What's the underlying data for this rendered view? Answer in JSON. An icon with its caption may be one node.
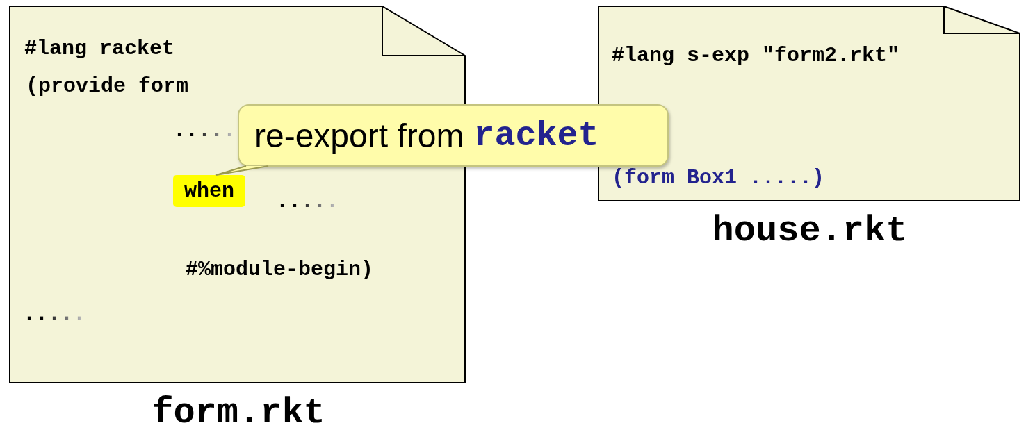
{
  "diagram": {
    "nodes": [
      {
        "text": [
          "#lang racket",
          "(provide form",
          ".....",
          ".....",
          "#%module-begin)",
          "....."
        ],
        "beside": [
          "form.rkt"
        ]
      },
      {
        "text": [
          "when"
        ],
        "in": 0
      },
      {
        "text": [
          "#lang s-exp \"form2.rkt\"",
          "(form Box1 .....)"
        ],
        "beside": [
          "house.rkt"
        ]
      },
      {
        "text": [
          "re-export from",
          "racket"
        ]
      }
    ],
    "edges": [
      {
        "from": 3,
        "to": 1,
        "arrow": "none"
      }
    ]
  }
}
